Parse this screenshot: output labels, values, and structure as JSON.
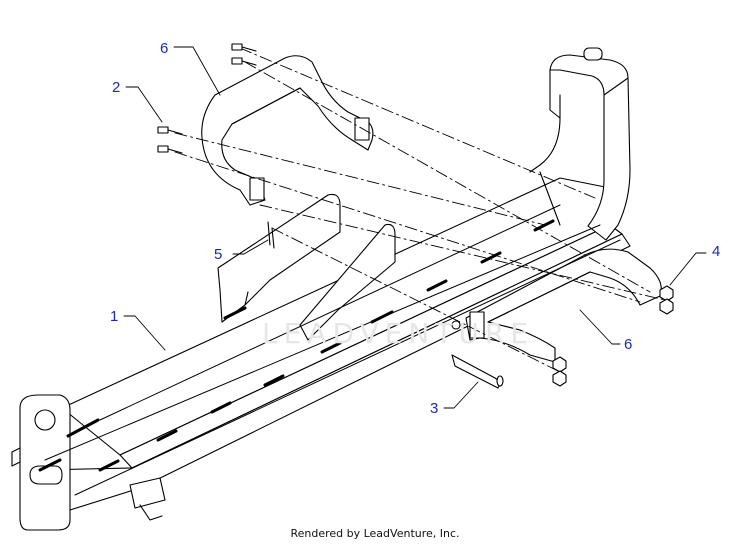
{
  "callouts": [
    {
      "id": "c1",
      "label": "1"
    },
    {
      "id": "c2",
      "label": "2"
    },
    {
      "id": "c3",
      "label": "3"
    },
    {
      "id": "c4",
      "label": "4"
    },
    {
      "id": "c5",
      "label": "5"
    },
    {
      "id": "c6a",
      "label": "6"
    },
    {
      "id": "c6b",
      "label": "6"
    }
  ],
  "watermark": "LEADVENTURE",
  "footer": "Rendered by LeadVenture, Inc.",
  "colors": {
    "callout": "#1a2bb0",
    "line": "#000000"
  }
}
